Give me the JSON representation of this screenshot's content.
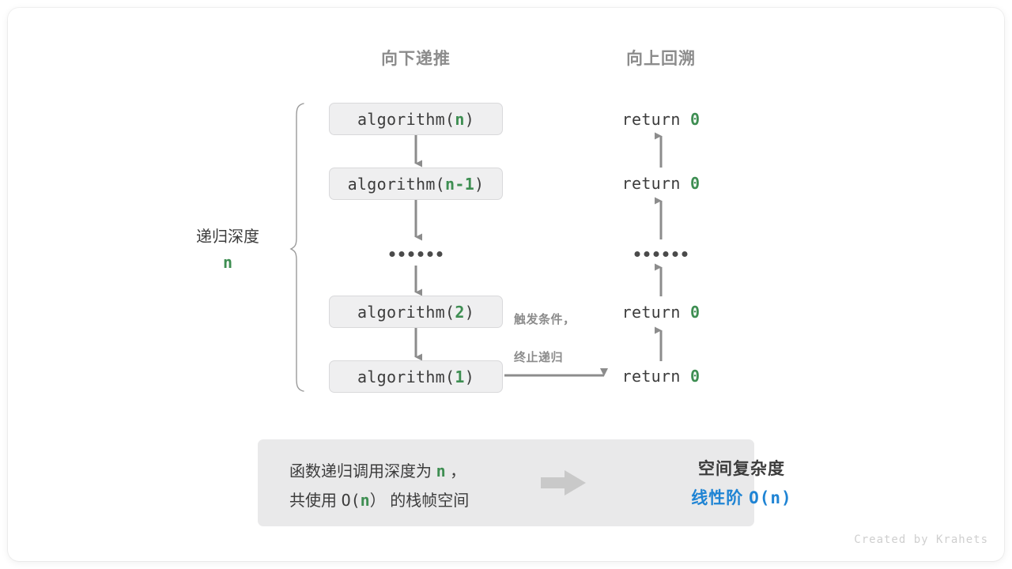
{
  "headers": {
    "down": "向下递推",
    "up": "向上回溯"
  },
  "depth": {
    "label": "递归深度",
    "value": "n"
  },
  "call_stack": [
    {
      "prefix": "algorithm(",
      "arg": "n",
      "suffix": ")"
    },
    {
      "prefix": "algorithm(",
      "arg": "n-1",
      "suffix": ")"
    },
    {
      "prefix": "algorithm(",
      "arg": "2",
      "suffix": ")"
    },
    {
      "prefix": "algorithm(",
      "arg": "1",
      "suffix": ")"
    }
  ],
  "ellipsis": "••••••",
  "returns": [
    {
      "keyword": "return",
      "value": "0"
    },
    {
      "keyword": "return",
      "value": "0"
    },
    {
      "keyword": "return",
      "value": "0"
    },
    {
      "keyword": "return",
      "value": "0"
    }
  ],
  "note": {
    "line1": "触发条件，",
    "line2": "终止递归"
  },
  "summary": {
    "line1_a": "函数递归调用深度为",
    "line1_var": "n",
    "line1_b": "，",
    "line2_a": "共使用",
    "line2_mono": "O(",
    "line2_var": "n",
    "line2_mono2": "）",
    "line2_b": "的栈帧空间",
    "arrow_icon": "block-right-arrow",
    "title": "空间复杂度",
    "complexity_name": "线性阶",
    "complexity_notation": "O(n)"
  },
  "credit": "Created by Krahets",
  "colors": {
    "accent_green": "#3e8e52",
    "accent_blue": "#1f84d4",
    "box_fill": "#efeff0",
    "box_border": "#d9d9db",
    "panel_fill": "#e9e9ea",
    "arrow_gray": "#8c8c8c",
    "text_dark": "#3c3c3c",
    "text_muted": "#8c8c8c"
  }
}
